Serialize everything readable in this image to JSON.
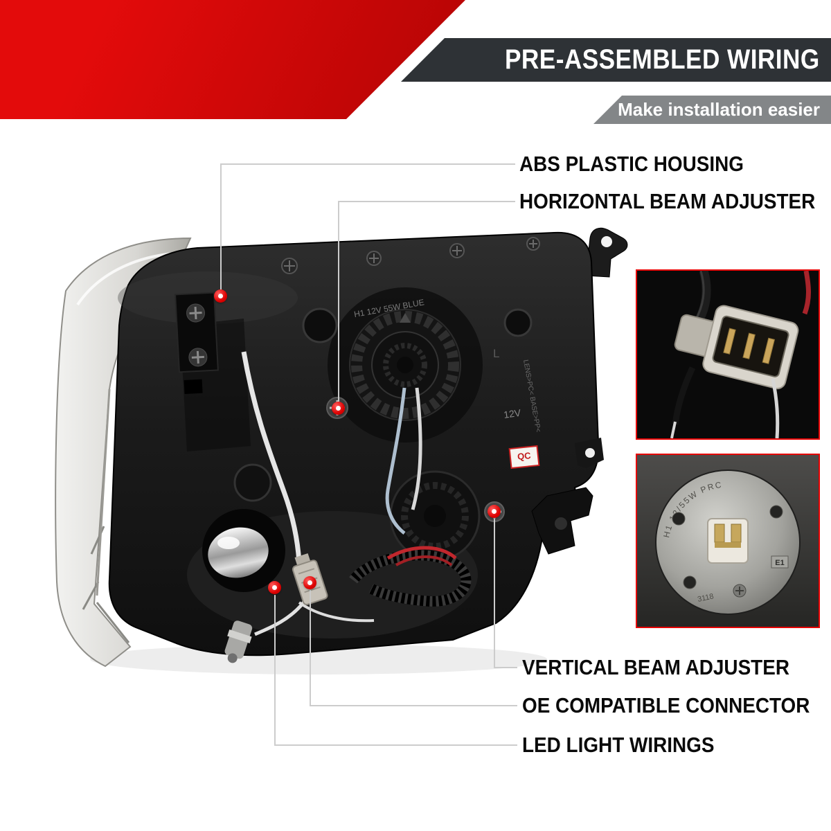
{
  "banner": {
    "title": "PRE-ASSEMBLED WIRING",
    "subtitle": "Make installation easier",
    "colors": {
      "red": "#d40808",
      "dark": "#2e3236",
      "gray": "#838688"
    }
  },
  "callouts": [
    {
      "label": "ABS PLASTIC HOUSING"
    },
    {
      "label": "HORIZONTAL BEAM ADJUSTER"
    },
    {
      "label": "VERTICAL BEAM ADJUSTER"
    },
    {
      "label": "OE COMPATIBLE CONNECTOR"
    },
    {
      "label": "LED LIGHT WIRINGS"
    }
  ],
  "photo_marks": {
    "bulb_print": "H1 12V 55W BLUE",
    "lens_material": "LENS>PC< BASE>PP<",
    "voltage": "12V",
    "side": "L",
    "qc": "QC"
  },
  "insets": {
    "connector": {
      "name": "oe-connector-closeup"
    },
    "bulb": {
      "name": "h1-bulb-base-closeup",
      "engraving": "H1 12/55W PRC",
      "e_mark": "E1",
      "stamp": "3118"
    }
  },
  "style": {
    "marker_red": "#e60000",
    "line_gray": "#cccccc"
  }
}
